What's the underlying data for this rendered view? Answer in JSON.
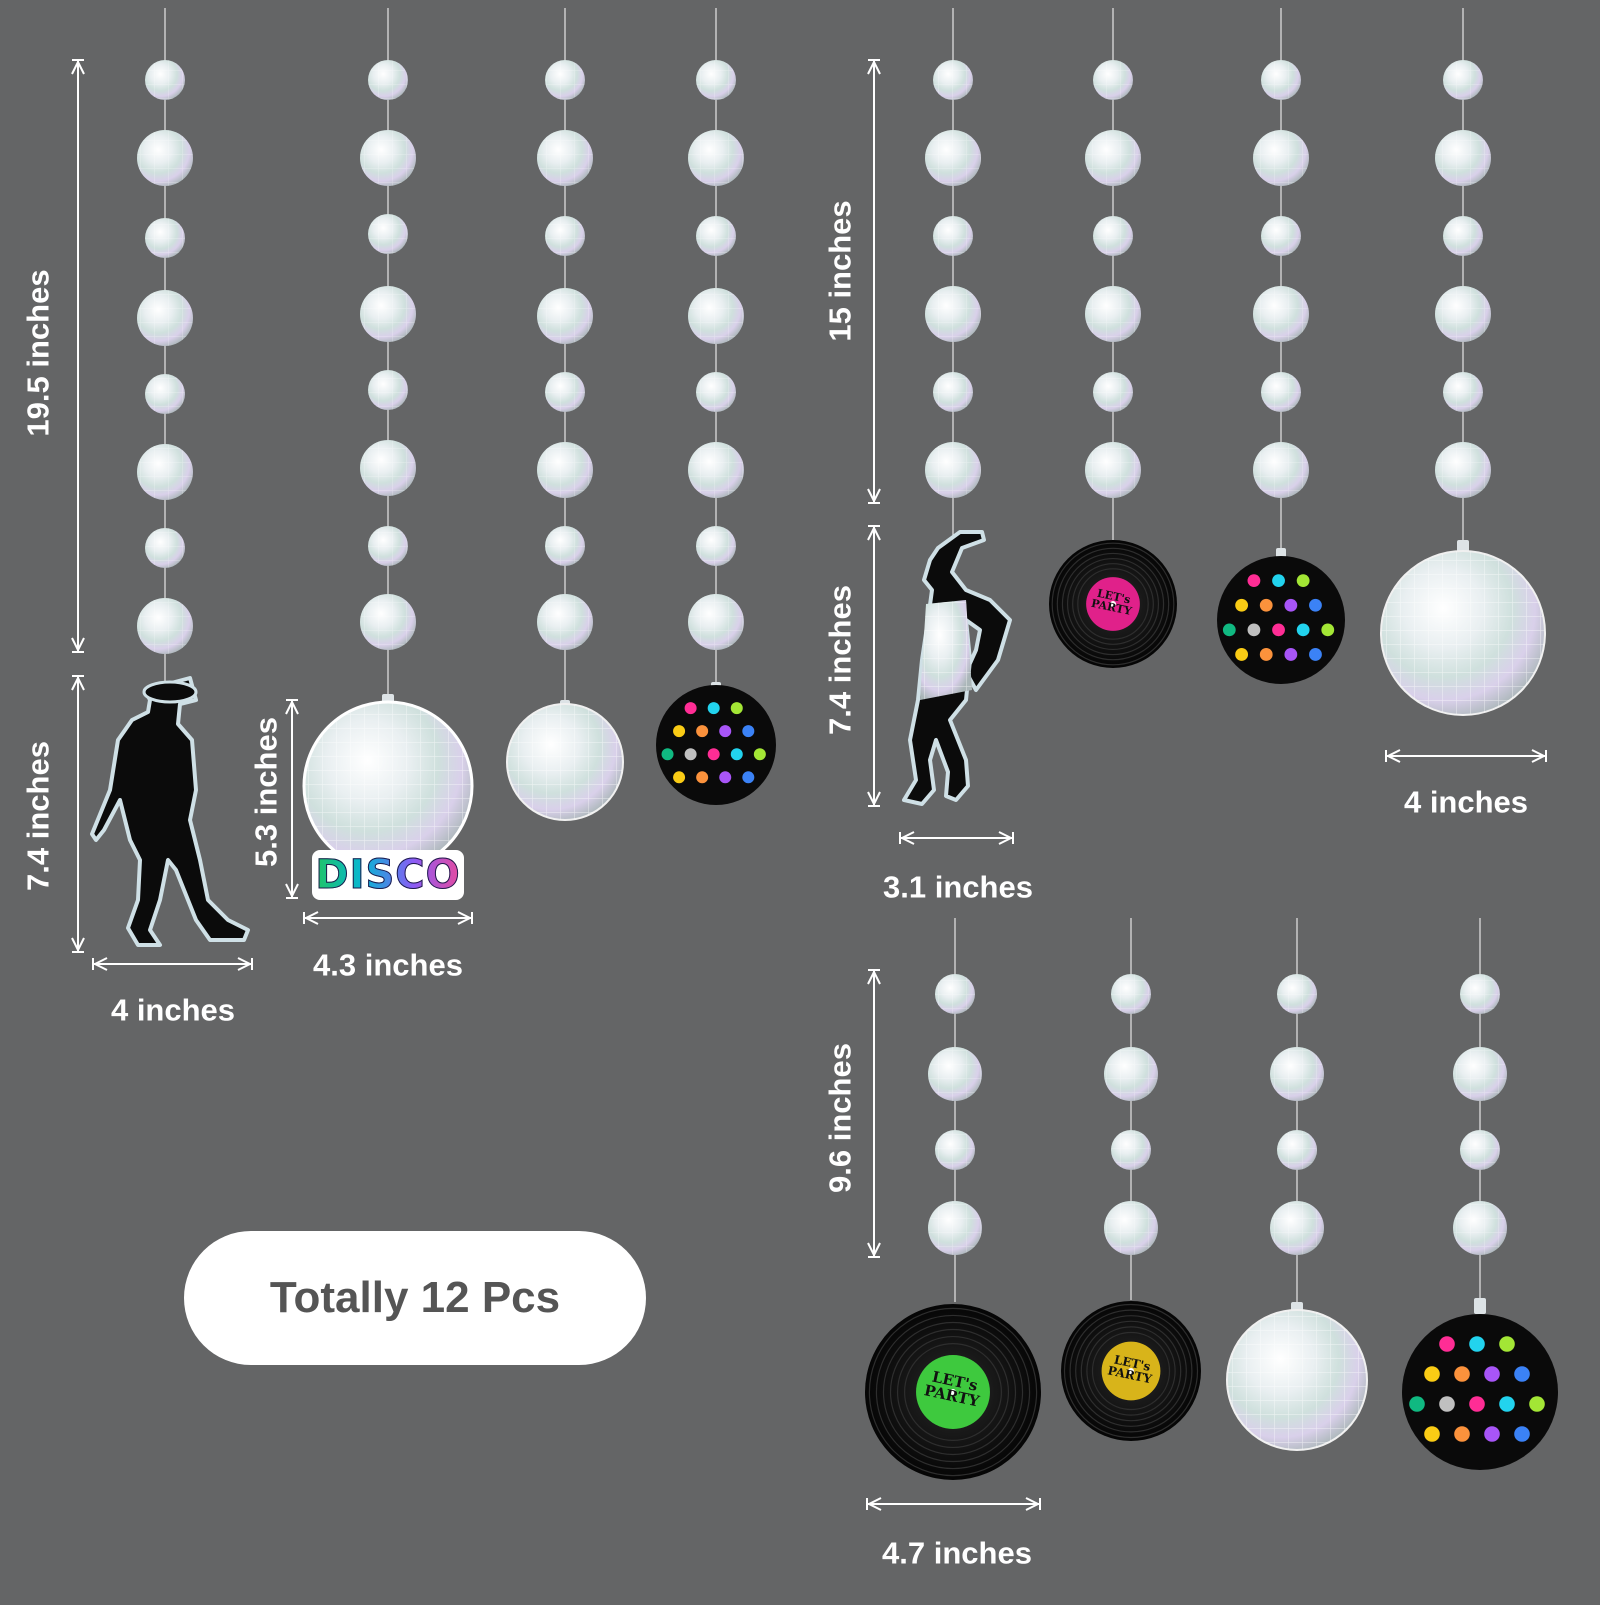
{
  "dimensions": {
    "left_total_height": "19.5 inches",
    "left_dancer_height": "7.4 inches",
    "left_dancer_width": "4 inches",
    "disco_sign_height": "5.3 inches",
    "disco_sign_width": "4.3 inches",
    "right_string_length": "15 inches",
    "right_dancer_height": "7.4 inches",
    "right_dancer_width": "3.1 inches",
    "right_ball_width": "4 inches",
    "bottom_string_length": "9.6 inches",
    "bottom_record_width": "4.7 inches"
  },
  "disco_sign_text": "DISCO",
  "record_label_text": "LET's PARTY",
  "total_badge": "Totally 12 Pcs",
  "colors": {
    "background": "#646566",
    "label_green": "#3ec93e",
    "label_magenta": "#e0218a",
    "label_gold": "#d8b41a"
  }
}
